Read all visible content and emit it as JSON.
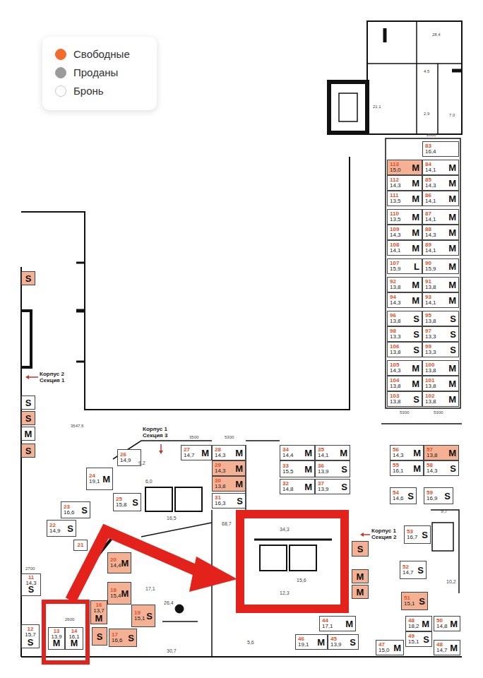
{
  "diagram": {
    "nodes": [
      {
        "text": [
          "83",
          "16,4"
        ]
      },
      {
        "text": [
          "113",
          "15,0",
          "M"
        ]
      },
      {
        "text": [
          "84",
          "14,1",
          "M"
        ]
      },
      {
        "text": [
          "112",
          "14,3",
          "M"
        ]
      },
      {
        "text": [
          "85",
          "14,3",
          "M"
        ]
      },
      {
        "text": [
          "111",
          "13,5",
          "M"
        ]
      },
      {
        "text": [
          "86",
          "14,1",
          "M"
        ]
      },
      {
        "text": [
          "110",
          "13,5",
          "M"
        ]
      },
      {
        "text": [
          "87",
          "14,1",
          "M"
        ]
      },
      {
        "text": [
          "109",
          "14,3",
          "M"
        ]
      },
      {
        "text": [
          "88",
          "14,3",
          "M"
        ]
      },
      {
        "text": [
          "108",
          "14,1",
          "M"
        ]
      },
      {
        "text": [
          "89",
          "14,1",
          "M"
        ]
      },
      {
        "text": [
          "107",
          "15,9",
          "L"
        ]
      },
      {
        "text": [
          "90",
          "15,9",
          "M"
        ]
      },
      {
        "text": [
          "92",
          "13,8",
          "M"
        ]
      },
      {
        "text": [
          "91",
          "13,8",
          "M"
        ]
      },
      {
        "text": [
          "94",
          "14,3",
          "M"
        ]
      },
      {
        "text": [
          "93",
          "14,1",
          "M"
        ]
      },
      {
        "text": [
          "96",
          "13,8",
          "S"
        ]
      },
      {
        "text": [
          "95",
          "13,8",
          "S"
        ]
      },
      {
        "text": [
          "98",
          "13,3",
          "S"
        ]
      },
      {
        "text": [
          "97",
          "13,3",
          "S"
        ]
      },
      {
        "text": [
          "106",
          "13,8",
          "S"
        ]
      },
      {
        "text": [
          "99",
          "13,3",
          "S"
        ]
      },
      {
        "text": [
          "105",
          "14,3",
          "M"
        ]
      },
      {
        "text": [
          "100",
          "13,8",
          "M"
        ]
      },
      {
        "text": [
          "104",
          "13,8",
          "M"
        ]
      },
      {
        "text": [
          "101",
          "13,8",
          "M"
        ]
      },
      {
        "text": [
          "103",
          "13,8",
          "S"
        ]
      },
      {
        "text": [
          "102",
          "13,8",
          "M"
        ]
      },
      {
        "text": [
          "S"
        ]
      },
      {
        "text": [
          "S"
        ]
      },
      {
        "text": [
          "S"
        ]
      },
      {
        "text": [
          "M"
        ]
      },
      {
        "text": [
          "S"
        ]
      },
      {
        "text": [
          "26",
          "14,9"
        ]
      },
      {
        "text": [
          "24",
          "19,1",
          "M"
        ]
      },
      {
        "text": [
          "25",
          "15,8",
          "S"
        ]
      },
      {
        "text": [
          "23",
          "16,6",
          "S"
        ]
      },
      {
        "text": [
          "22",
          "14,9",
          "S"
        ]
      },
      {
        "text": [
          "21"
        ]
      },
      {
        "text": [
          "20",
          "14,4",
          "M"
        ]
      },
      {
        "text": [
          "11",
          "14,3",
          "S"
        ]
      },
      {
        "text": [
          "18",
          "15,4",
          "M"
        ]
      },
      {
        "text": [
          "16",
          "13,7",
          "M"
        ]
      },
      {
        "text": [
          "19",
          "15,1",
          "S"
        ]
      },
      {
        "text": [
          "S"
        ]
      },
      {
        "text": [
          "17",
          "16,6",
          "S"
        ]
      },
      {
        "text": [
          "12",
          "15,7",
          "S"
        ]
      },
      {
        "text": [
          "13",
          "13,9",
          "M"
        ]
      },
      {
        "text": [
          "14",
          "16,1",
          "M"
        ]
      },
      {
        "text": [
          "27",
          "14,7",
          "M"
        ]
      },
      {
        "text": [
          "28",
          "14,3",
          "M"
        ]
      },
      {
        "text": [
          "29",
          "14,3",
          "M"
        ]
      },
      {
        "text": [
          "30",
          "13,8",
          "M"
        ]
      },
      {
        "text": [
          "31",
          "16,3",
          "S"
        ]
      },
      {
        "text": [
          "34",
          "14,4",
          "M"
        ]
      },
      {
        "text": [
          "35",
          "14,1",
          "M"
        ]
      },
      {
        "text": [
          "33",
          "15,5",
          "M"
        ]
      },
      {
        "text": [
          "36",
          "13,9",
          "S"
        ]
      },
      {
        "text": [
          "32",
          "14,8",
          "M"
        ]
      },
      {
        "text": [
          "37",
          "13,9",
          "S"
        ]
      },
      {
        "text": [
          "S"
        ]
      },
      {
        "text": [
          "M"
        ]
      },
      {
        "text": [
          "M"
        ]
      },
      {
        "text": [
          "44",
          "17,1",
          "M"
        ]
      },
      {
        "text": [
          "46",
          "19,1",
          "M"
        ]
      },
      {
        "text": [
          "45",
          "13,9",
          "S"
        ]
      },
      {
        "text": [
          "56",
          "14,3",
          "M"
        ]
      },
      {
        "text": [
          "57",
          "13,8",
          "M"
        ]
      },
      {
        "text": [
          "55",
          "16,1",
          "M"
        ]
      },
      {
        "text": [
          "58",
          "14,3",
          "S"
        ]
      },
      {
        "text": [
          "54",
          "14,6",
          "S"
        ]
      },
      {
        "text": [
          "59",
          "16,9",
          "S"
        ]
      },
      {
        "text": [
          "53",
          "16,7",
          "S"
        ]
      },
      {
        "text": [
          "52",
          "14,7",
          "S"
        ]
      },
      {
        "text": [
          "51",
          "15,1",
          "S"
        ]
      },
      {
        "text": [
          "48",
          "18,2",
          "M"
        ]
      },
      {
        "text": [
          "50",
          "14,8",
          "M"
        ]
      },
      {
        "text": [
          "49",
          "15,1",
          "S"
        ]
      },
      {
        "text": [
          "47",
          "15,0",
          "M"
        ]
      },
      {
        "text": [
          "48",
          "14,7",
          "M"
        ]
      }
    ],
    "labels": [
      "Корпус 2 Секция 1",
      "Корпус 1 Секция 3",
      "Корпус 1 Секция 2",
      "2600",
      "5300",
      "5300",
      "3547,5",
      "3500",
      "5300",
      "2700",
      "2600",
      "68,7",
      "34,3",
      "15,6",
      "12,3",
      "28,4",
      "21,1",
      "4,5",
      "2,9",
      "7,0",
      "17,1",
      "26,4",
      "30,7",
      "16,5",
      "9,2",
      "6,0",
      "5,6",
      "10,2",
      "9,7"
    ],
    "legend": [
      {
        "text": "Свободные",
        "color": "#f26a2c"
      },
      {
        "text": "Проданы",
        "color": "#9b9b9b"
      },
      {
        "text": "Бронь",
        "color": "#ffffff"
      }
    ]
  }
}
